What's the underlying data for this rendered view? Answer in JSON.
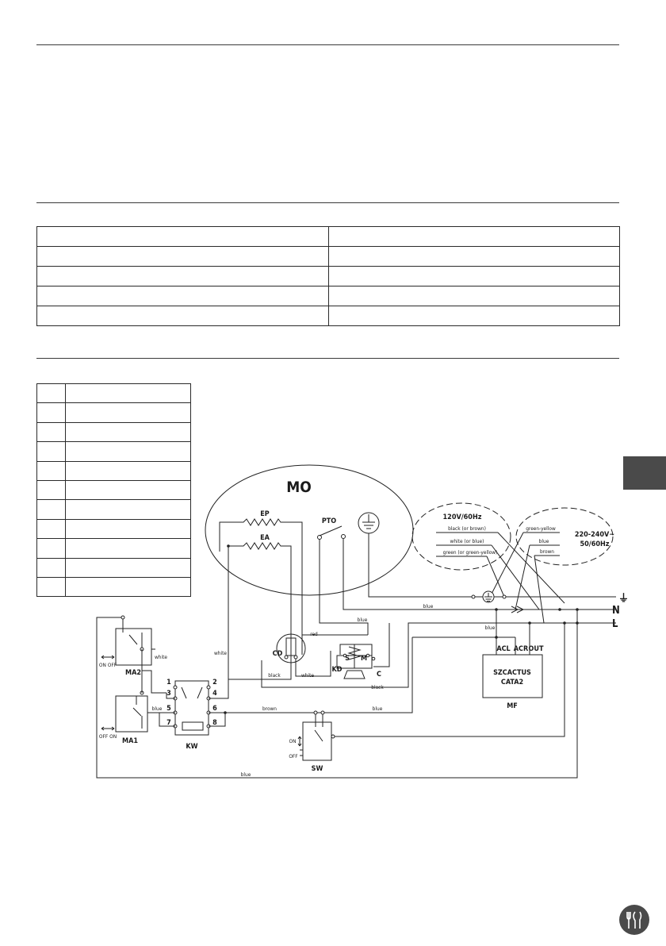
{
  "spec_table": {
    "rows": [
      [
        "",
        ""
      ],
      [
        "",
        ""
      ],
      [
        "",
        ""
      ],
      [
        "",
        ""
      ],
      [
        "",
        ""
      ]
    ]
  },
  "legend_table": {
    "rows": [
      [
        "",
        ""
      ],
      [
        "",
        ""
      ],
      [
        "",
        ""
      ],
      [
        "",
        ""
      ],
      [
        "",
        ""
      ],
      [
        "",
        ""
      ],
      [
        "",
        ""
      ],
      [
        "",
        ""
      ],
      [
        "",
        ""
      ],
      [
        "",
        ""
      ],
      [
        "",
        ""
      ]
    ]
  },
  "diagram": {
    "title": "MO",
    "components": {
      "ep": "EP",
      "ea": "EA",
      "pto": "PTO",
      "cd": "CD",
      "kd": "KD",
      "s": "S",
      "m": "M",
      "c": "C",
      "ma1": "MA1",
      "ma2": "MA2",
      "kw": "KW",
      "sw": "SW",
      "mf": "MF",
      "mf_line1": "SZCACTUS",
      "mf_line2": "CATA2",
      "acl": "ACL",
      "acr": "ACR",
      "out": "OUT"
    },
    "kw_pins": [
      "1",
      "2",
      "3",
      "4",
      "5",
      "6",
      "7",
      "8"
    ],
    "switch_labels": {
      "ma2_onoff": "ON OFF",
      "ma1_offon": "OFF ON",
      "sw_on": "ON",
      "sw_off": "OFF"
    },
    "supply": {
      "us_voltage": "120V/60Hz",
      "eu_voltage_line1": "220-240V~",
      "eu_voltage_line2": "50/60Hz",
      "us_wires": [
        "black (or brown)",
        "white (or blue)",
        "green (or green-yellow)"
      ],
      "eu_wires": [
        "green-yellow",
        "blue",
        "brown"
      ]
    },
    "terminals": {
      "earth": "⏚",
      "n": "N",
      "l": "L"
    },
    "wire_labels": {
      "white_a": "white",
      "white_b": "white",
      "white_c": "white",
      "red": "red",
      "blue_top": "blue",
      "blue_mid": "blue",
      "blue_mf": "blue",
      "blue_kw": "blue",
      "blue_bottom": "blue",
      "blue_sw": "blue",
      "black_a": "black",
      "black_b": "black",
      "brown": "brown"
    }
  }
}
